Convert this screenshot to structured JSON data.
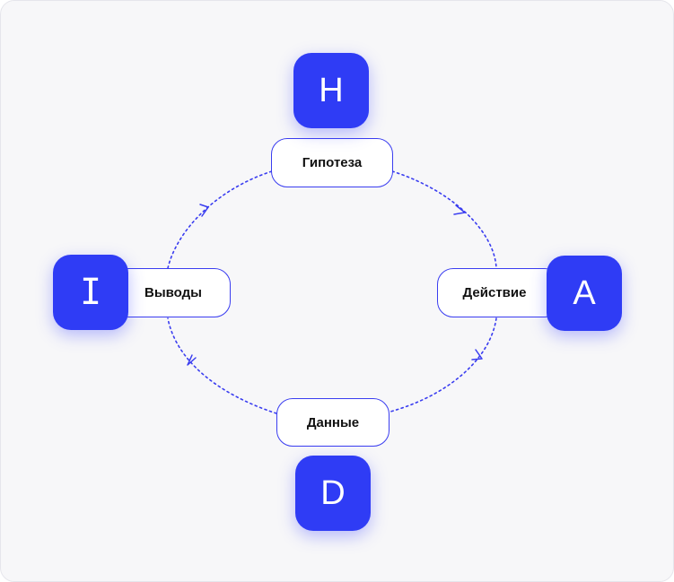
{
  "diagram": {
    "stages": [
      {
        "key": "hypothesis",
        "label": "Гипотеза",
        "letter": "H"
      },
      {
        "key": "action",
        "label": "Действие",
        "letter": "A"
      },
      {
        "key": "data",
        "label": "Данные",
        "letter": "D"
      },
      {
        "key": "insights",
        "label": "Выводы",
        "letter": "I"
      }
    ],
    "accent_color": "#2f3cf5",
    "background_color": "#f7f7f9",
    "connector_style": "dotted",
    "flow_direction": "clockwise"
  }
}
